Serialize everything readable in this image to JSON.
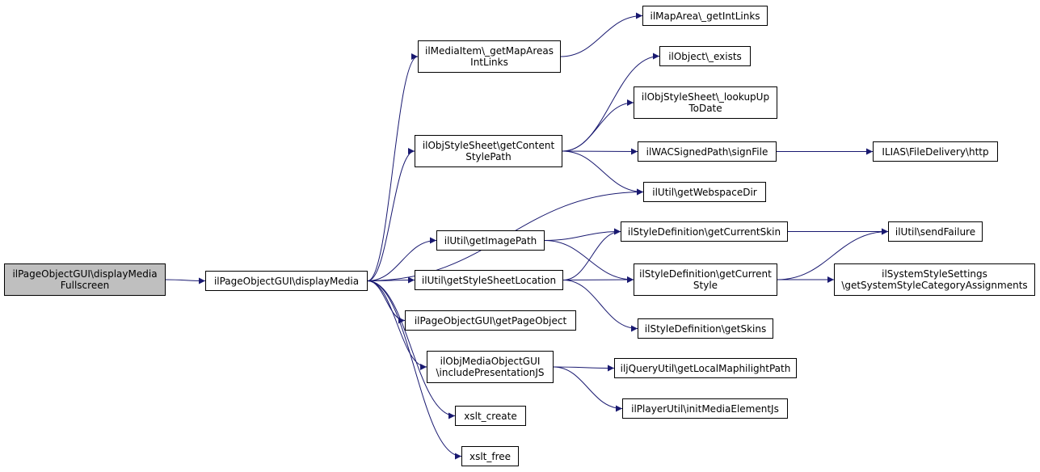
{
  "colors": {
    "edge": "#191970",
    "root_fill": "#bfbfbf",
    "node_fill": "#ffffff",
    "border": "#000000"
  },
  "nodes": [
    {
      "id": "root",
      "lines": [
        "ilPageObjectGUI\\displayMedia",
        "Fullscreen"
      ]
    },
    {
      "id": "displayMedia",
      "lines": [
        "ilPageObjectGUI\\displayMedia"
      ]
    },
    {
      "id": "getMapAreas",
      "lines": [
        "ilMediaItem\\_getMapAreas",
        "IntLinks"
      ]
    },
    {
      "id": "getContentStyle",
      "lines": [
        "ilObjStyleSheet\\getContent",
        "StylePath"
      ]
    },
    {
      "id": "getImagePath",
      "lines": [
        "ilUtil\\getImagePath"
      ]
    },
    {
      "id": "getStyleSheetLoc",
      "lines": [
        "ilUtil\\getStyleSheetLocation"
      ]
    },
    {
      "id": "getPageObject",
      "lines": [
        "ilPageObjectGUI\\getPageObject"
      ]
    },
    {
      "id": "includePresJS",
      "lines": [
        "ilObjMediaObjectGUI",
        "\\includePresentationJS"
      ]
    },
    {
      "id": "xsltCreate",
      "lines": [
        "xslt_create"
      ]
    },
    {
      "id": "xsltFree",
      "lines": [
        "xslt_free"
      ]
    },
    {
      "id": "getIntLinks",
      "lines": [
        "ilMapArea\\_getIntLinks"
      ]
    },
    {
      "id": "objExists",
      "lines": [
        "ilObject\\_exists"
      ]
    },
    {
      "id": "lookupUpToDate",
      "lines": [
        "ilObjStyleSheet\\_lookupUp",
        "ToDate"
      ]
    },
    {
      "id": "signFile",
      "lines": [
        "ilWACSignedPath\\signFile"
      ]
    },
    {
      "id": "webspaceDir",
      "lines": [
        "ilUtil\\getWebspaceDir"
      ]
    },
    {
      "id": "currentSkin",
      "lines": [
        "ilStyleDefinition\\getCurrentSkin"
      ]
    },
    {
      "id": "currentStyle",
      "lines": [
        "ilStyleDefinition\\getCurrent",
        "Style"
      ]
    },
    {
      "id": "getSkins",
      "lines": [
        "ilStyleDefinition\\getSkins"
      ]
    },
    {
      "id": "maphilight",
      "lines": [
        "iljQueryUtil\\getLocalMaphilightPath"
      ]
    },
    {
      "id": "initMediaJs",
      "lines": [
        "ilPlayerUtil\\initMediaElementJs"
      ]
    },
    {
      "id": "fileDelivery",
      "lines": [
        "ILIAS\\FileDelivery\\http"
      ]
    },
    {
      "id": "sendFailure",
      "lines": [
        "ilUtil\\sendFailure"
      ]
    },
    {
      "id": "systemStyle",
      "lines": [
        "ilSystemStyleSettings",
        "\\getSystemStyleCategoryAssignments"
      ]
    }
  ],
  "edges": [
    [
      "root",
      "displayMedia"
    ],
    [
      "displayMedia",
      "getMapAreas"
    ],
    [
      "displayMedia",
      "getContentStyle"
    ],
    [
      "displayMedia",
      "webspaceDir"
    ],
    [
      "displayMedia",
      "getImagePath"
    ],
    [
      "displayMedia",
      "getStyleSheetLoc"
    ],
    [
      "displayMedia",
      "getPageObject"
    ],
    [
      "displayMedia",
      "includePresJS"
    ],
    [
      "displayMedia",
      "xsltCreate"
    ],
    [
      "displayMedia",
      "xsltFree"
    ],
    [
      "getMapAreas",
      "getIntLinks"
    ],
    [
      "getContentStyle",
      "objExists"
    ],
    [
      "getContentStyle",
      "lookupUpToDate"
    ],
    [
      "getContentStyle",
      "signFile"
    ],
    [
      "getContentStyle",
      "webspaceDir"
    ],
    [
      "signFile",
      "fileDelivery"
    ],
    [
      "getImagePath",
      "currentSkin"
    ],
    [
      "getImagePath",
      "currentStyle"
    ],
    [
      "getStyleSheetLoc",
      "currentSkin"
    ],
    [
      "getStyleSheetLoc",
      "currentStyle"
    ],
    [
      "getStyleSheetLoc",
      "getSkins"
    ],
    [
      "currentSkin",
      "sendFailure"
    ],
    [
      "currentStyle",
      "sendFailure"
    ],
    [
      "currentStyle",
      "systemStyle"
    ],
    [
      "includePresJS",
      "maphilight"
    ],
    [
      "includePresJS",
      "initMediaJs"
    ]
  ]
}
